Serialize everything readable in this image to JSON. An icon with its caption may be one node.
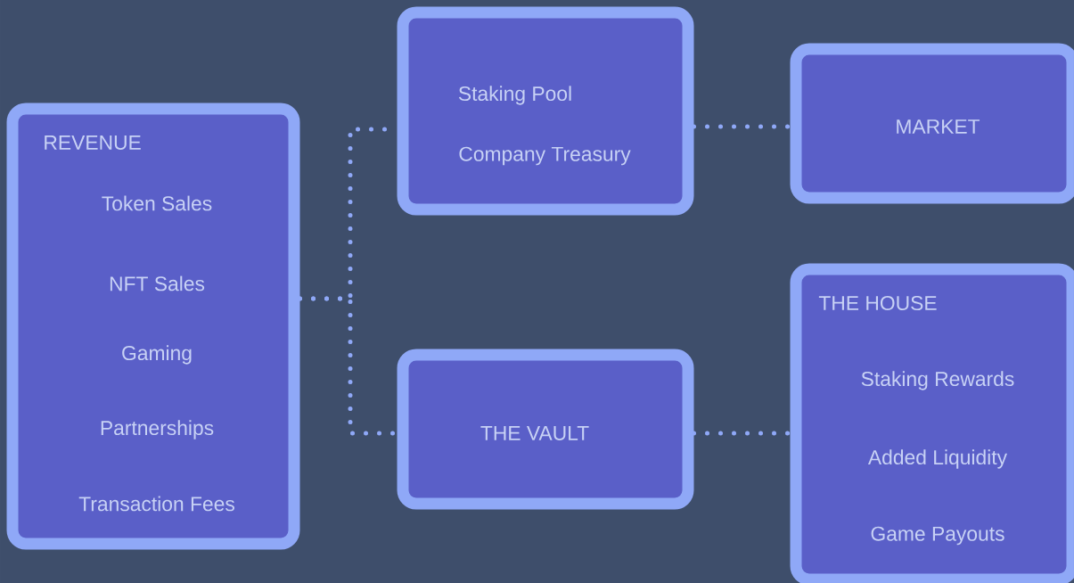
{
  "diagram": {
    "nodes": [
      {
        "text": [
          "REVENUE",
          "Token Sales",
          "NFT Sales",
          "Gaming",
          "Partnerships",
          "Transaction Fees"
        ]
      },
      {
        "text": [
          "Staking Pool",
          "Company Treasury"
        ]
      },
      {
        "text": [
          "THE VAULT"
        ]
      },
      {
        "text": [
          "MARKET"
        ]
      },
      {
        "text": [
          "THE HOUSE",
          "Staking Rewards",
          "Added Liquidity",
          "Game Payouts"
        ]
      }
    ],
    "edges": [
      {
        "from": 0,
        "to": 1,
        "arrow": "none"
      },
      {
        "from": 0,
        "to": 2,
        "arrow": "none"
      },
      {
        "from": 1,
        "to": 3,
        "arrow": "none"
      },
      {
        "from": 2,
        "to": 4,
        "arrow": "none"
      }
    ]
  }
}
